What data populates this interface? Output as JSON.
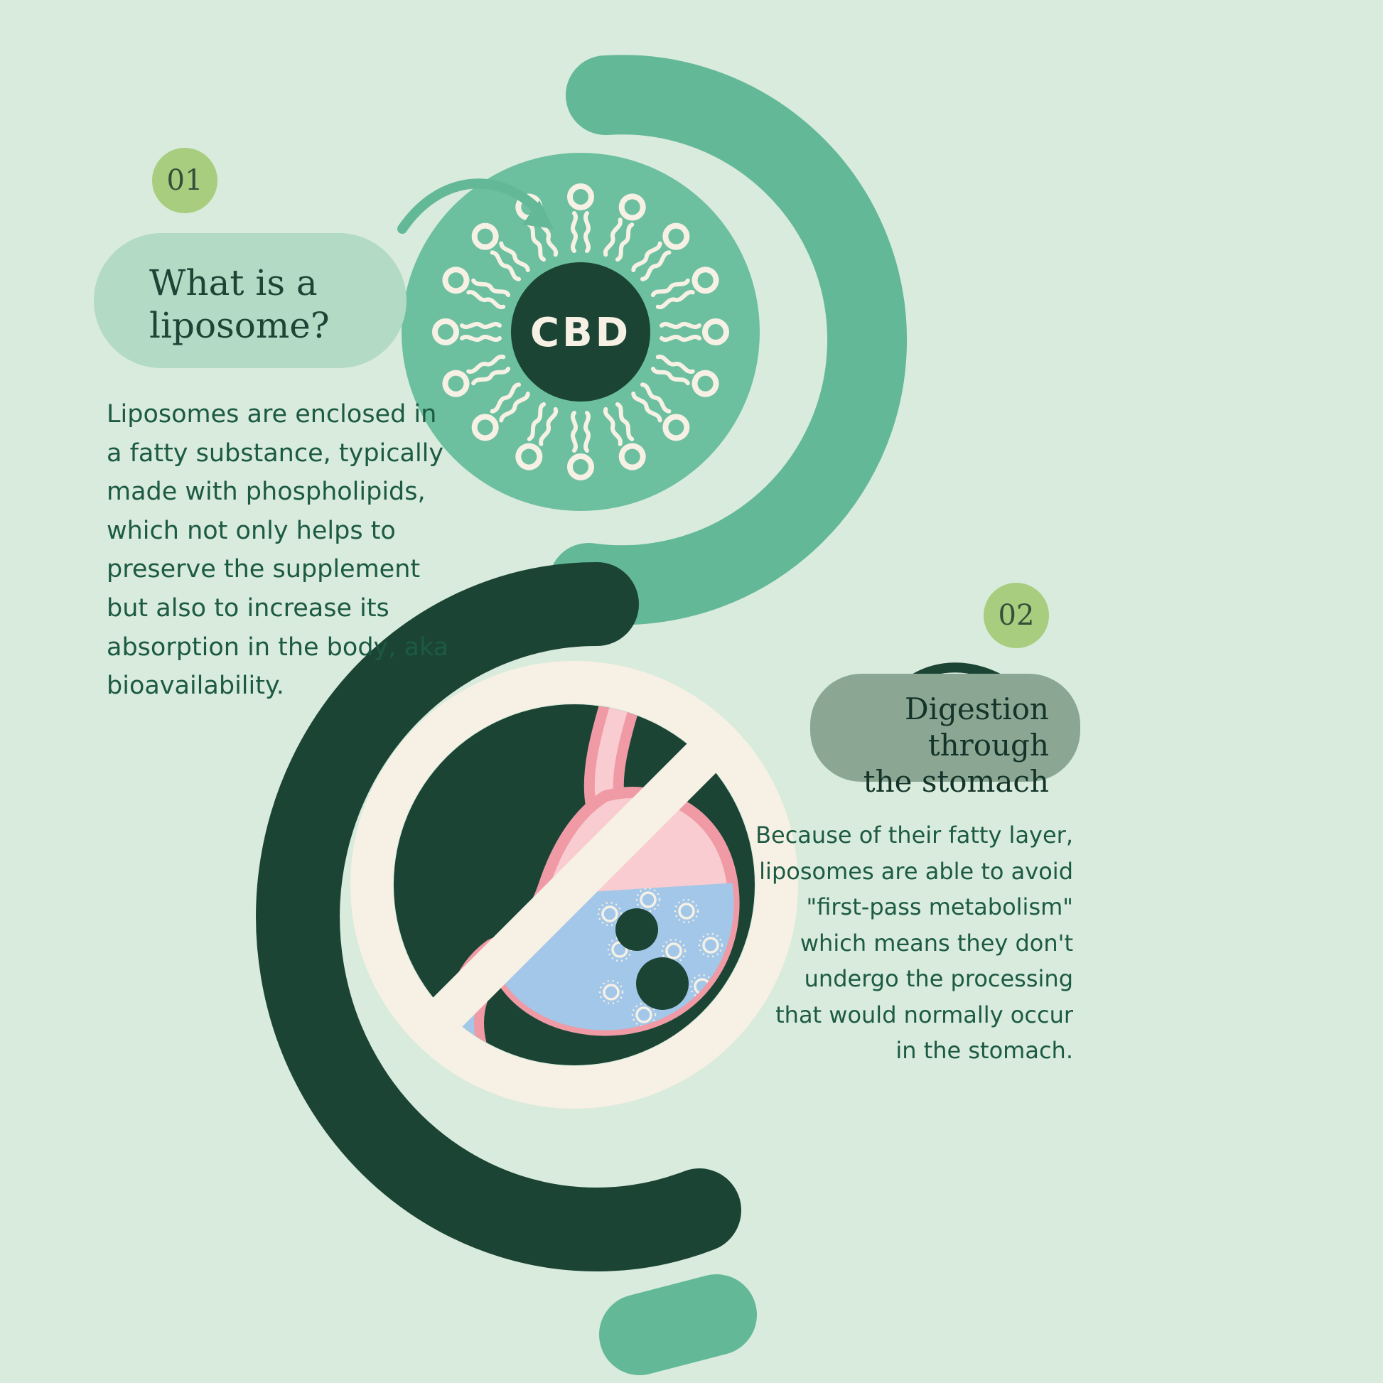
{
  "canvas": {
    "background": "#d8ebdc"
  },
  "palette": {
    "teal": "#63b897",
    "teal_circle": "#6cbf9f",
    "dark_green": "#1b4435",
    "cream": "#f6f1e4",
    "badge_green": "#a8cd7e",
    "bubble1_bg": "#b2dac4",
    "bubble2_bg": "#8ba794",
    "body_text": "#1c5a43",
    "stomach_pink": "#ef9aa4",
    "stomach_pink_light": "#f8ccd0",
    "fluid_blue": "#a3c7e9"
  },
  "section1": {
    "number": "01",
    "title": "What is a\nliposome?",
    "body": "Liposomes are enclosed in\na fatty substance, typically\nmade with phospholipids,\nwhich not only helps to\npreserve the supplement\nbut also to increase its\nabsorption in the body, aka\nbioavailability.",
    "diagram_label": "CBD"
  },
  "section2": {
    "number": "02",
    "title": "Digestion through\nthe stomach",
    "body": "Because of their fatty layer,\nliposomes are able to avoid\n\"first-pass metabolism\"\nwhich means they don't\nundergo the processing\nthat would normally occur\nin the stomach."
  }
}
